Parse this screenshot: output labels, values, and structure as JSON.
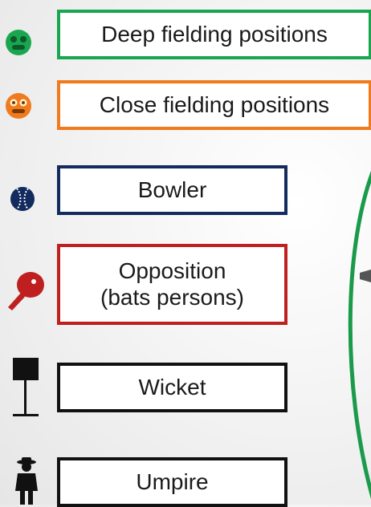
{
  "legend": {
    "deep": {
      "label": "Deep fielding positions",
      "color": "#1aa650",
      "icon": "green-face-icon"
    },
    "close": {
      "label": "Close fielding positions",
      "color": "#f07a1e",
      "icon": "orange-face-icon"
    },
    "bowler": {
      "label": "Bowler",
      "color": "#132b5e",
      "icon": "baseball-icon"
    },
    "opposition": {
      "label_line1": "Opposition",
      "label_line2": "(bats persons)",
      "color": "#c01f1f",
      "icon": "paddle-icon"
    },
    "wicket": {
      "label": "Wicket",
      "color": "#111111",
      "icon": "wicket-icon"
    },
    "umpire": {
      "label": "Umpire",
      "color": "#111111",
      "icon": "umpire-icon"
    }
  },
  "field_boundary_color": "#1a9a4a"
}
